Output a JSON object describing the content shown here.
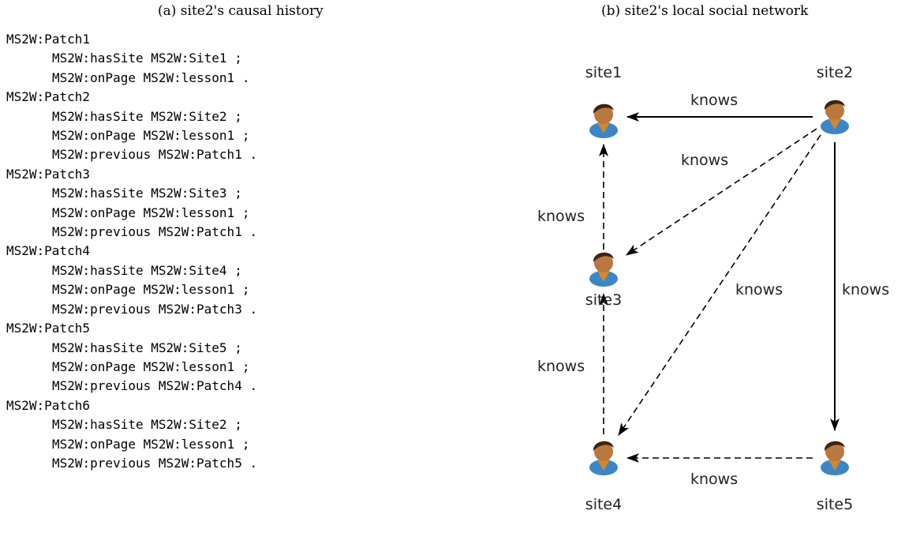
{
  "captions": {
    "left": "(a) site2's causal history",
    "right": "(b) site2's local social network"
  },
  "patches": [
    {
      "id": "MS2W:Patch1",
      "props": [
        "MS2W:hasSite MS2W:Site1 ;",
        "MS2W:onPage MS2W:lesson1 ."
      ]
    },
    {
      "id": "MS2W:Patch2",
      "props": [
        "MS2W:hasSite MS2W:Site2 ;",
        "MS2W:onPage MS2W:lesson1 ;",
        "MS2W:previous MS2W:Patch1 ."
      ]
    },
    {
      "id": "MS2W:Patch3",
      "props": [
        "MS2W:hasSite MS2W:Site3 ;",
        "MS2W:onPage MS2W:lesson1 ;",
        "MS2W:previous MS2W:Patch1 ."
      ]
    },
    {
      "id": "MS2W:Patch4",
      "props": [
        "MS2W:hasSite MS2W:Site4 ;",
        "MS2W:onPage MS2W:lesson1 ;",
        "MS2W:previous MS2W:Patch3 ."
      ]
    },
    {
      "id": "MS2W:Patch5",
      "props": [
        "MS2W:hasSite MS2W:Site5 ;",
        "MS2W:onPage MS2W:lesson1 ;",
        "MS2W:previous MS2W:Patch4 ."
      ]
    },
    {
      "id": "MS2W:Patch6",
      "props": [
        "MS2W:hasSite MS2W:Site2 ;",
        "MS2W:onPage MS2W:lesson1 ;",
        "MS2W:previous MS2W:Patch5 ."
      ]
    }
  ],
  "network": {
    "nodes": [
      {
        "id": "site1",
        "label": "site1"
      },
      {
        "id": "site2",
        "label": "site2"
      },
      {
        "id": "site3",
        "label": "site3"
      },
      {
        "id": "site4",
        "label": "site4"
      },
      {
        "id": "site5",
        "label": "site5"
      }
    ],
    "edges": [
      {
        "from": "site2",
        "to": "site1",
        "label": "knows",
        "style": "solid"
      },
      {
        "from": "site2",
        "to": "site3",
        "label": "knows",
        "style": "dashed"
      },
      {
        "from": "site3",
        "to": "site1",
        "label": "knows",
        "style": "dashed"
      },
      {
        "from": "site2",
        "to": "site4",
        "label": "knows",
        "style": "dashed"
      },
      {
        "from": "site2",
        "to": "site5",
        "label": "knows",
        "style": "solid"
      },
      {
        "from": "site4",
        "to": "site3",
        "label": "knows",
        "style": "dashed"
      },
      {
        "from": "site5",
        "to": "site4",
        "label": "knows",
        "style": "dashed"
      }
    ]
  },
  "colors": {
    "skin": "#b8783f",
    "hair": "#3a2414",
    "body": "#3d86c6",
    "collar": "#d8862a"
  }
}
